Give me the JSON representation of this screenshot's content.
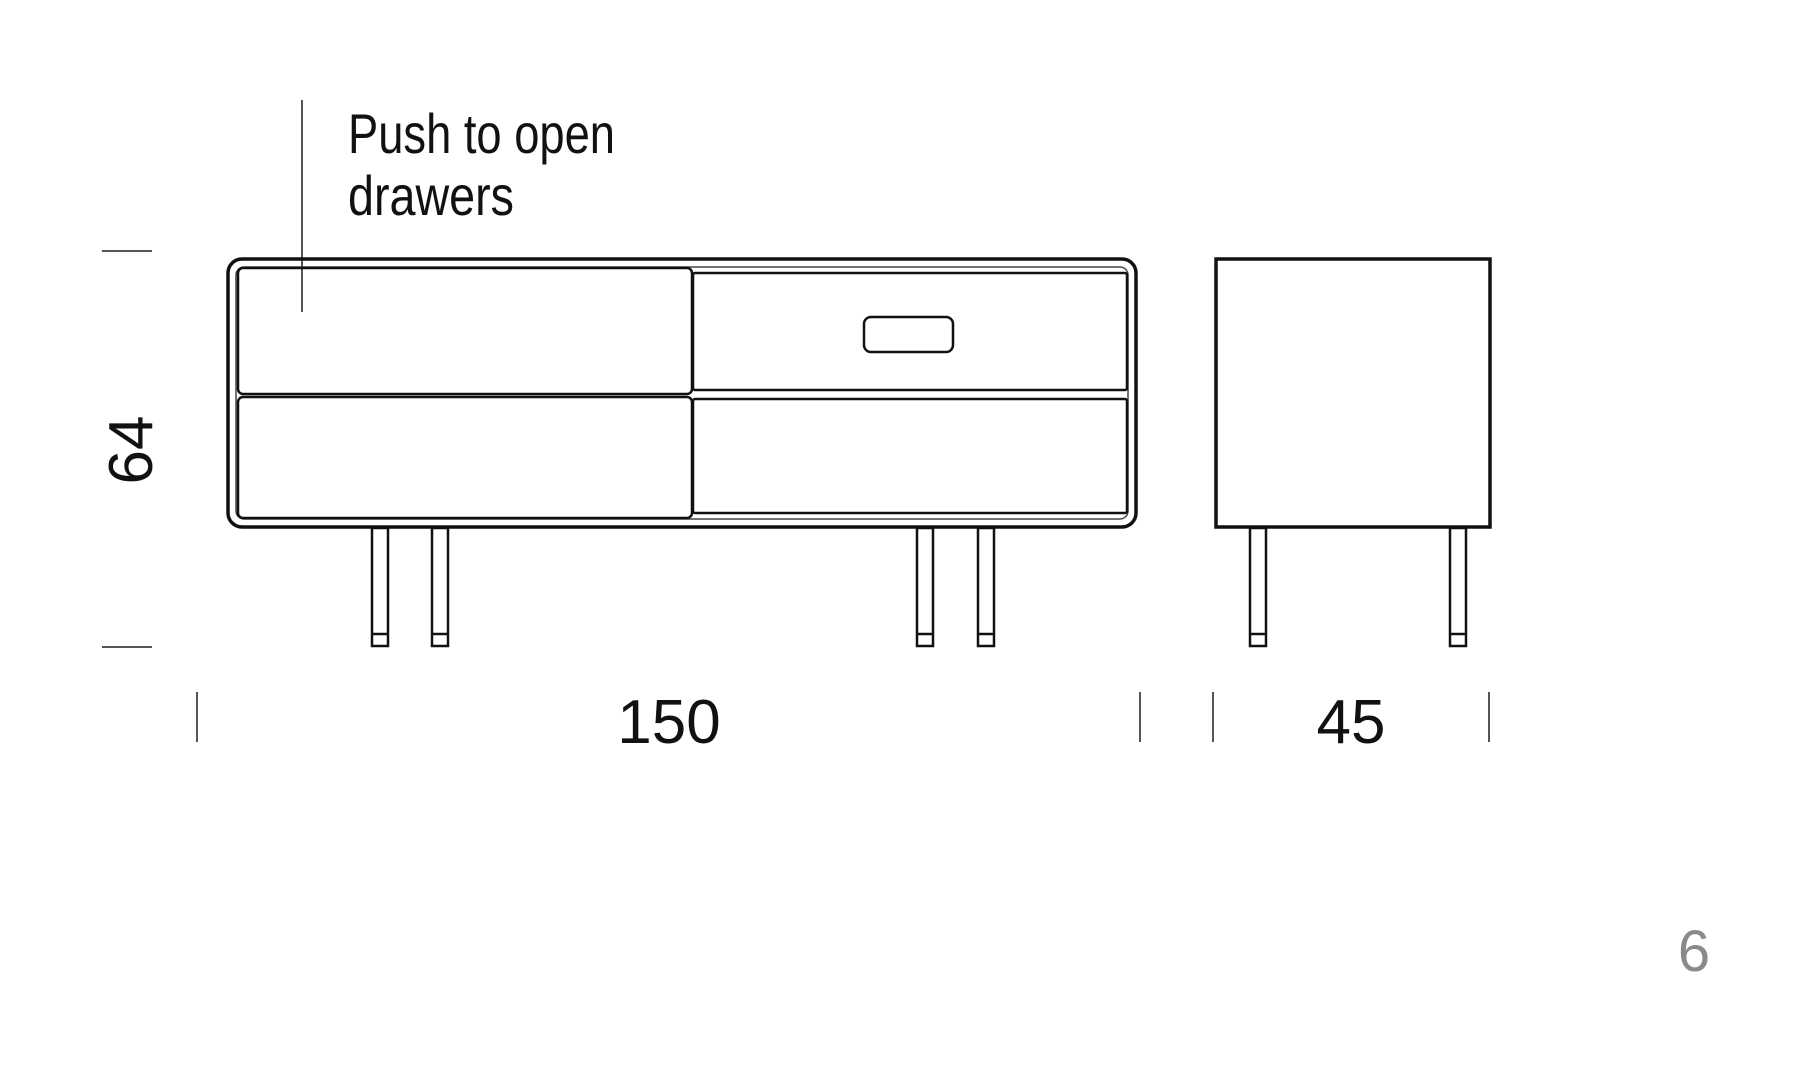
{
  "annotation": {
    "line1": "Push to open",
    "line2": "drawers"
  },
  "dimensions": {
    "height": "64",
    "width": "150",
    "depth": "45"
  },
  "page_number": "6",
  "colors": {
    "stroke": "#111111",
    "thin_stroke": "#444444",
    "page_number": "#8a8a8a",
    "background": "#ffffff"
  }
}
